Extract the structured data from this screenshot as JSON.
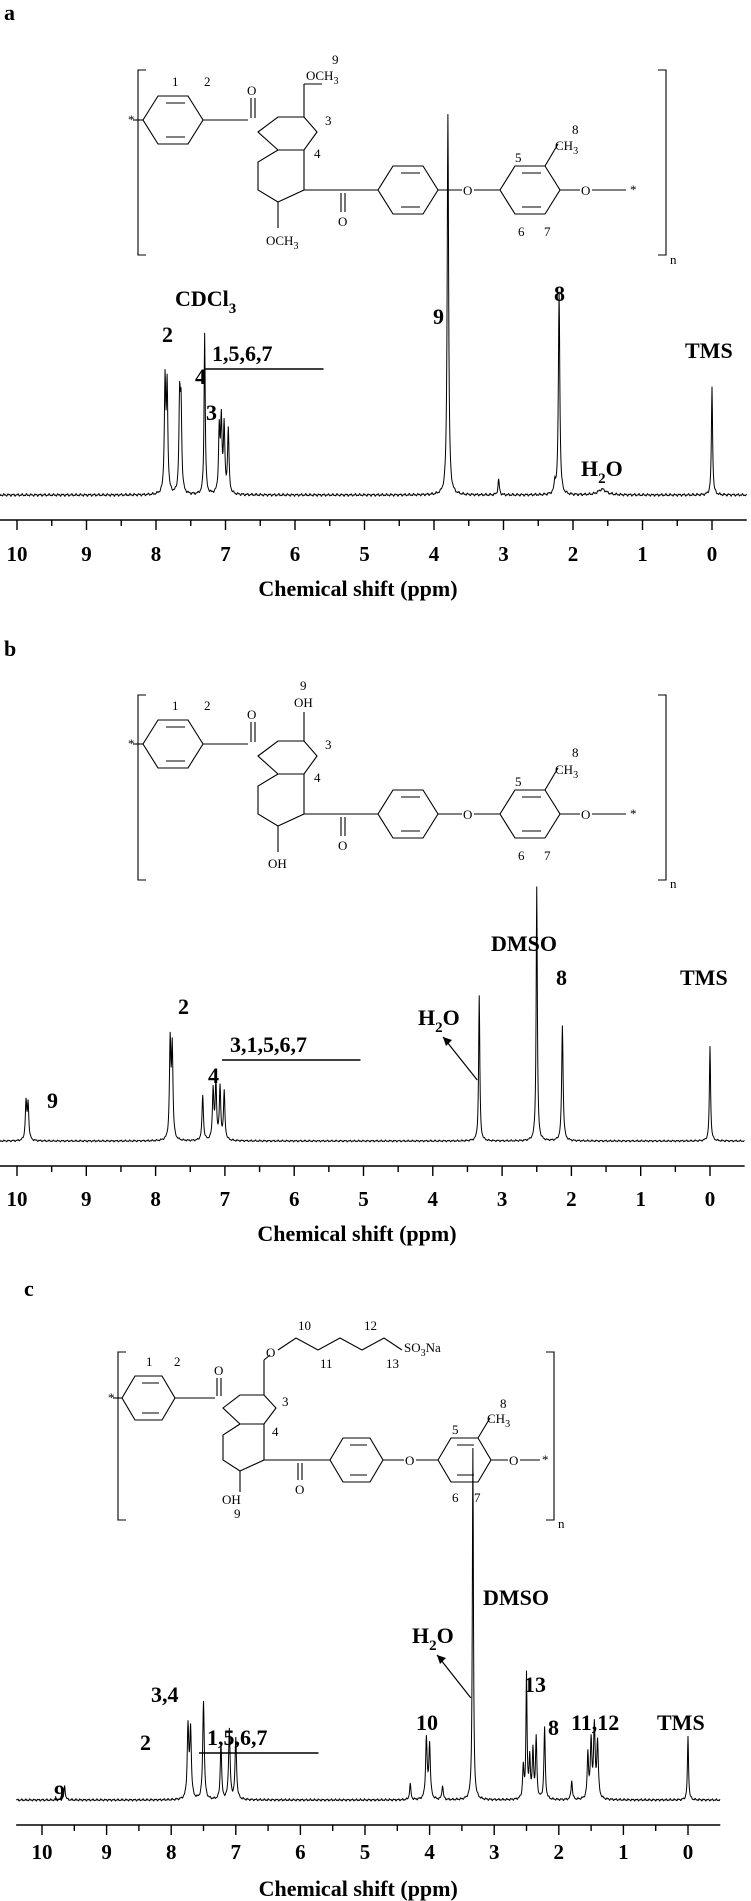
{
  "figure": {
    "panels": [
      {
        "id": "a",
        "letter": "a",
        "struct": {
          "num1": "1",
          "num2": "2",
          "num3": "3",
          "num4": "4",
          "num5": "5",
          "num6": "6",
          "num7": "7",
          "num8": "8",
          "num9": "9",
          "sub_top": "OCH",
          "sub_top_sub": "3",
          "sub_bottom": "OCH",
          "sub_bottom_sub": "3",
          "methyl": "CH",
          "methyl_sub": "3",
          "carbonyl_o": "O",
          "ether_o": "O",
          "end_o": "O",
          "star": "*",
          "repeat": "n"
        }
      },
      {
        "id": "b",
        "letter": "b",
        "struct": {
          "num1": "1",
          "num2": "2",
          "num3": "3",
          "num4": "4",
          "num5": "5",
          "num6": "6",
          "num7": "7",
          "num8": "8",
          "num9": "9",
          "sub_top": "OH",
          "sub_bottom": "OH",
          "methyl": "CH",
          "methyl_sub": "3",
          "carbonyl_o": "O",
          "ether_o": "O",
          "end_o": "O",
          "star": "*",
          "repeat": "n"
        }
      },
      {
        "id": "c",
        "letter": "c",
        "struct": {
          "num1": "1",
          "num2": "2",
          "num3": "3",
          "num4": "4",
          "num5": "5",
          "num6": "6",
          "num7": "7",
          "num8": "8",
          "num9": "9",
          "num10": "10",
          "num11": "11",
          "num12": "12",
          "num13": "13",
          "sub_bottom": "OH",
          "sulfonate": "SO",
          "sulfonate_sub": "3",
          "sulfonate_na": "Na",
          "methyl": "CH",
          "methyl_sub": "3",
          "carbonyl_o": "O",
          "ether_o": "O",
          "end_o": "O",
          "star": "*",
          "repeat": "n"
        }
      }
    ]
  },
  "chart_data": [
    {
      "type": "line",
      "panel": "a",
      "title": "",
      "xlabel": "Chemical shift (ppm)",
      "ylabel": "",
      "xlim": [
        10.4,
        -0.5
      ],
      "x_reversed": true,
      "xticks": [
        10,
        9,
        8,
        7,
        6,
        5,
        4,
        3,
        2,
        1,
        0
      ],
      "grid": false,
      "legend": "none",
      "baseline": 0,
      "peaks": [
        {
          "ppm": 7.87,
          "height": 0.58,
          "width": 0.012
        },
        {
          "ppm": 7.84,
          "height": 0.55,
          "width": 0.012
        },
        {
          "ppm": 7.66,
          "height": 0.47,
          "width": 0.012
        },
        {
          "ppm": 7.64,
          "height": 0.44,
          "width": 0.012
        },
        {
          "ppm": 7.3,
          "height": 0.85,
          "width": 0.01
        },
        {
          "ppm": 7.09,
          "height": 0.33,
          "width": 0.012
        },
        {
          "ppm": 7.06,
          "height": 0.37,
          "width": 0.012
        },
        {
          "ppm": 7.02,
          "height": 0.35,
          "width": 0.012
        },
        {
          "ppm": 6.96,
          "height": 0.34,
          "width": 0.012
        },
        {
          "ppm": 3.8,
          "height": 2.01,
          "width": 0.012
        },
        {
          "ppm": 3.07,
          "height": 0.08,
          "width": 0.012
        },
        {
          "ppm": 2.26,
          "height": 0.06,
          "width": 0.012
        },
        {
          "ppm": 2.2,
          "height": 1.07,
          "width": 0.012
        },
        {
          "ppm": 1.58,
          "height": 0.03,
          "width": 0.07
        },
        {
          "ppm": 0.0,
          "height": 0.57,
          "width": 0.01
        }
      ],
      "annotations": [
        {
          "text": "2",
          "ppm": 7.9
        },
        {
          "text": "4",
          "ppm": 7.65
        },
        {
          "text": "CDCl",
          "sub": "3",
          "ppm": 7.3
        },
        {
          "text": "3",
          "ppm": 7.3
        },
        {
          "text": "1,5,6,7",
          "ppm": 6.9,
          "underline": true
        },
        {
          "text": "9",
          "ppm": 3.8
        },
        {
          "text": "8",
          "ppm": 2.2
        },
        {
          "text": "H",
          "sub": "2",
          "text2": "O",
          "ppm": 1.6
        },
        {
          "text": "TMS",
          "ppm": 0
        }
      ]
    },
    {
      "type": "line",
      "panel": "b",
      "title": "",
      "xlabel": "Chemical shift (ppm)",
      "ylabel": "",
      "xlim": [
        10.4,
        -0.5
      ],
      "x_reversed": true,
      "xticks": [
        10,
        9,
        8,
        7,
        6,
        5,
        4,
        3,
        2,
        1,
        0
      ],
      "grid": false,
      "legend": "none",
      "baseline": 0,
      "peaks": [
        {
          "ppm": 9.87,
          "height": 0.29,
          "width": 0.012
        },
        {
          "ppm": 9.84,
          "height": 0.28,
          "width": 0.012
        },
        {
          "ppm": 7.79,
          "height": 0.74,
          "width": 0.012
        },
        {
          "ppm": 7.76,
          "height": 0.7,
          "width": 0.012
        },
        {
          "ppm": 7.32,
          "height": 0.35,
          "width": 0.012
        },
        {
          "ppm": 7.17,
          "height": 0.39,
          "width": 0.012
        },
        {
          "ppm": 7.13,
          "height": 0.43,
          "width": 0.012
        },
        {
          "ppm": 7.07,
          "height": 0.4,
          "width": 0.012
        },
        {
          "ppm": 7.01,
          "height": 0.37,
          "width": 0.012
        },
        {
          "ppm": 3.33,
          "height": 1.12,
          "width": 0.01
        },
        {
          "ppm": 2.5,
          "height": 1.96,
          "width": 0.01
        },
        {
          "ppm": 2.13,
          "height": 0.89,
          "width": 0.012
        },
        {
          "ppm": 0.0,
          "height": 0.73,
          "width": 0.01
        }
      ],
      "annotations": [
        {
          "text": "9",
          "ppm": 9.85
        },
        {
          "text": "2",
          "ppm": 7.78
        },
        {
          "text": "4",
          "ppm": 7.4
        },
        {
          "text": "3,1,5,6,7",
          "ppm": 6.5,
          "underline": true
        },
        {
          "text": "H",
          "sub": "2",
          "text2": "O",
          "ppm": 3.6,
          "arrow": true
        },
        {
          "text": "DMSO",
          "ppm": 2.7
        },
        {
          "text": "8",
          "ppm": 2.13
        },
        {
          "text": "TMS",
          "ppm": 0
        }
      ]
    },
    {
      "type": "line",
      "panel": "c",
      "title": "",
      "xlabel": "Chemical shift (ppm)",
      "ylabel": "",
      "xlim": [
        10.4,
        -0.5
      ],
      "x_reversed": true,
      "xticks": [
        10,
        9,
        8,
        7,
        6,
        5,
        4,
        3,
        2,
        1,
        0
      ],
      "grid": false,
      "legend": "none",
      "baseline": 0,
      "peaks": [
        {
          "ppm": 9.65,
          "height": 0.09,
          "width": 0.012
        },
        {
          "ppm": 7.74,
          "height": 0.45,
          "width": 0.014
        },
        {
          "ppm": 7.7,
          "height": 0.43,
          "width": 0.014
        },
        {
          "ppm": 7.5,
          "height": 0.62,
          "width": 0.014
        },
        {
          "ppm": 7.23,
          "height": 0.36,
          "width": 0.012
        },
        {
          "ppm": 7.1,
          "height": 0.44,
          "width": 0.014
        },
        {
          "ppm": 7.0,
          "height": 0.38,
          "width": 0.014
        },
        {
          "ppm": 4.3,
          "height": 0.1,
          "width": 0.012
        },
        {
          "ppm": 4.05,
          "height": 0.38,
          "width": 0.014
        },
        {
          "ppm": 4.0,
          "height": 0.34,
          "width": 0.014
        },
        {
          "ppm": 3.8,
          "height": 0.09,
          "width": 0.012
        },
        {
          "ppm": 3.33,
          "height": 2.2,
          "width": 0.01
        },
        {
          "ppm": 2.55,
          "height": 0.2,
          "width": 0.012
        },
        {
          "ppm": 2.5,
          "height": 0.78,
          "width": 0.01
        },
        {
          "ppm": 2.45,
          "height": 0.25,
          "width": 0.012
        },
        {
          "ppm": 2.4,
          "height": 0.3,
          "width": 0.012
        },
        {
          "ppm": 2.35,
          "height": 0.38,
          "width": 0.012
        },
        {
          "ppm": 2.22,
          "height": 0.45,
          "width": 0.012
        },
        {
          "ppm": 1.8,
          "height": 0.12,
          "width": 0.012
        },
        {
          "ppm": 1.55,
          "height": 0.28,
          "width": 0.012
        },
        {
          "ppm": 1.5,
          "height": 0.35,
          "width": 0.014
        },
        {
          "ppm": 1.45,
          "height": 0.45,
          "width": 0.014
        },
        {
          "ppm": 1.4,
          "height": 0.35,
          "width": 0.014
        },
        {
          "ppm": 0.0,
          "height": 0.4,
          "width": 0.01
        }
      ],
      "annotations": [
        {
          "text": "9",
          "ppm": 9.65
        },
        {
          "text": "2",
          "ppm": 7.75
        },
        {
          "text": "3,4",
          "ppm": 7.5
        },
        {
          "text": "1,5,6,7",
          "ppm": 6.9,
          "underline": true
        },
        {
          "text": "10",
          "ppm": 4.0
        },
        {
          "text": "H",
          "sub": "2",
          "text2": "O",
          "ppm": 3.6,
          "arrow": true
        },
        {
          "text": "DMSO",
          "ppm": 2.7
        },
        {
          "text": "13",
          "ppm": 2.35
        },
        {
          "text": "8",
          "ppm": 2.1
        },
        {
          "text": "11,12",
          "ppm": 1.4
        },
        {
          "text": "TMS",
          "ppm": 0
        }
      ]
    }
  ]
}
